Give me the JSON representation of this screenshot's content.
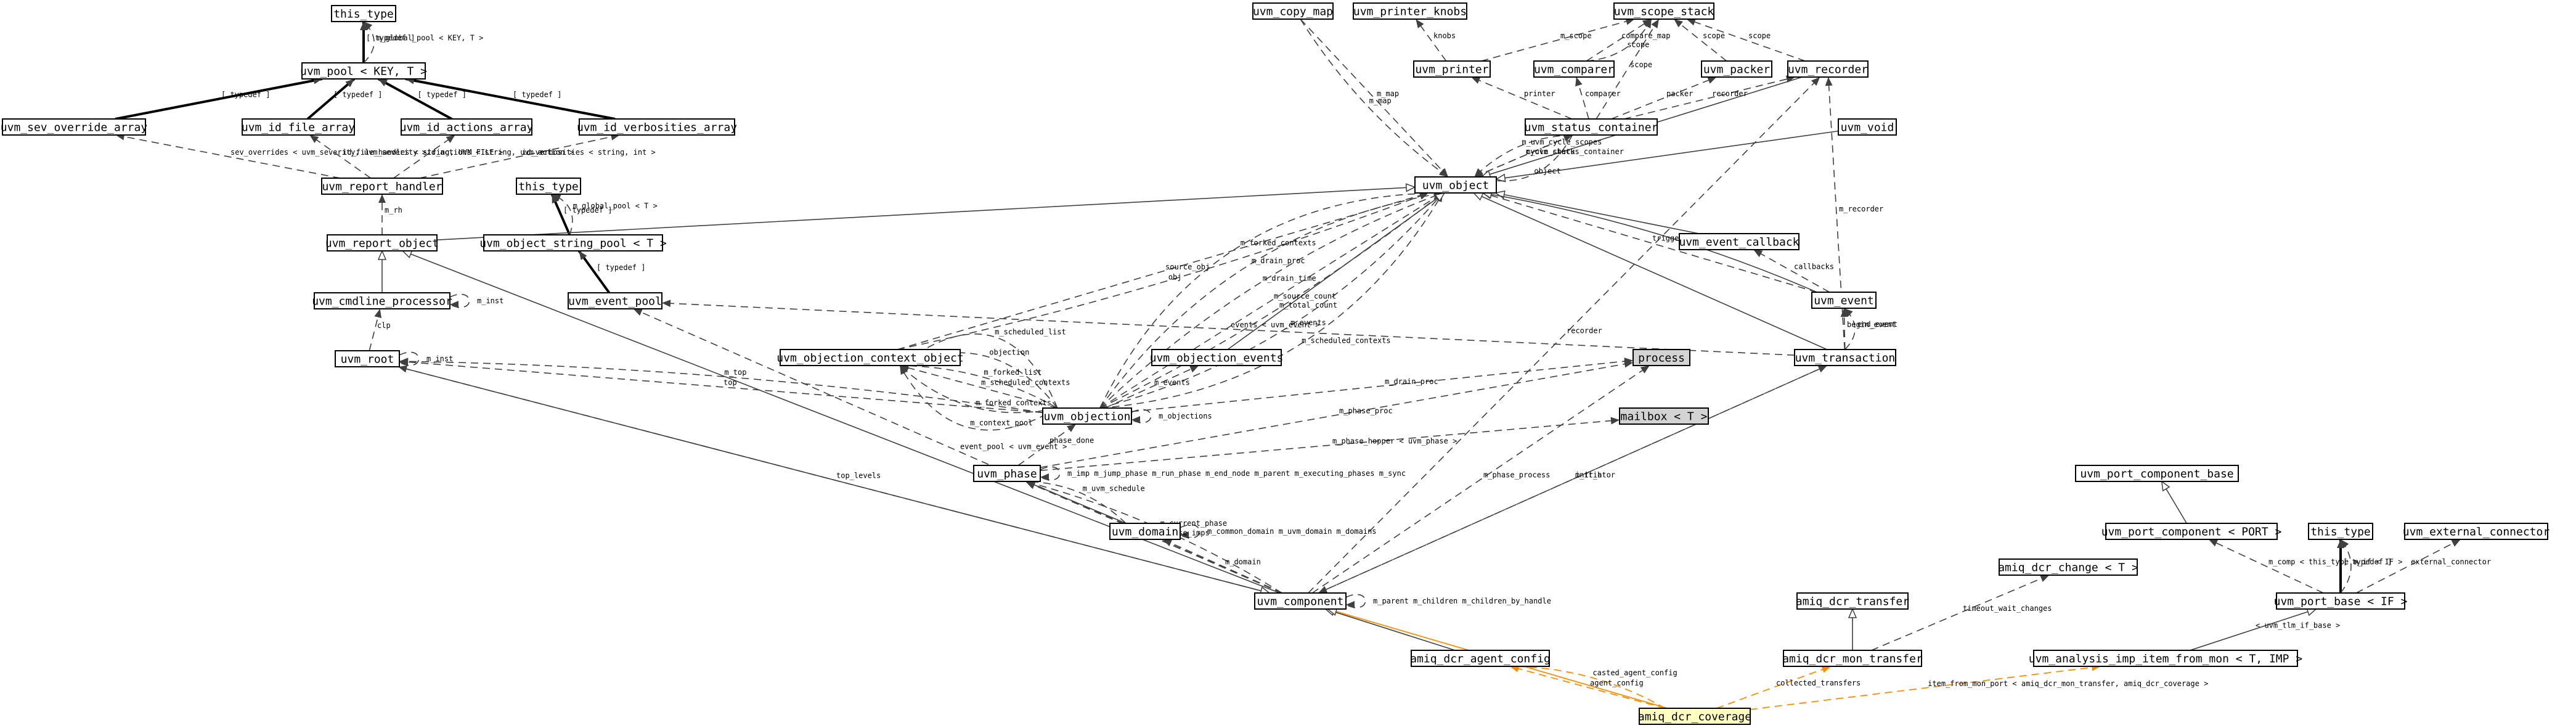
{
  "nodes": [
    {
      "id": "this_type_top",
      "label": "this_type"
    },
    {
      "id": "uvm_pool",
      "label": "uvm_pool < KEY, T >"
    },
    {
      "id": "uvm_sev_override_array",
      "label": "uvm_sev_override_array"
    },
    {
      "id": "uvm_id_file_array",
      "label": "uvm_id_file_array"
    },
    {
      "id": "uvm_id_actions_array",
      "label": "uvm_id_actions_array"
    },
    {
      "id": "uvm_id_verbosities_array",
      "label": "uvm_id_verbosities_array"
    },
    {
      "id": "uvm_report_handler",
      "label": "uvm_report_handler"
    },
    {
      "id": "this_type_mid",
      "label": "this_type"
    },
    {
      "id": "uvm_report_object",
      "label": "uvm_report_object"
    },
    {
      "id": "uvm_object_string_pool",
      "label": "uvm_object_string_pool < T >"
    },
    {
      "id": "uvm_cmdline_processor",
      "label": "uvm_cmdline_processor"
    },
    {
      "id": "uvm_event_pool",
      "label": "uvm_event_pool"
    },
    {
      "id": "uvm_root",
      "label": "uvm_root"
    },
    {
      "id": "uvm_objection_context_object",
      "label": "uvm_objection_context_object"
    },
    {
      "id": "uvm_objection_events",
      "label": "uvm_objection_events"
    },
    {
      "id": "uvm_objection",
      "label": "uvm_objection"
    },
    {
      "id": "uvm_phase",
      "label": "uvm_phase"
    },
    {
      "id": "uvm_domain",
      "label": "uvm_domain"
    },
    {
      "id": "uvm_component",
      "label": "uvm_component"
    },
    {
      "id": "uvm_copy_map",
      "label": "uvm_copy_map"
    },
    {
      "id": "uvm_printer_knobs",
      "label": "uvm_printer_knobs"
    },
    {
      "id": "uvm_scope_stack",
      "label": "uvm_scope_stack"
    },
    {
      "id": "uvm_printer",
      "label": "uvm_printer"
    },
    {
      "id": "uvm_comparer",
      "label": "uvm_comparer"
    },
    {
      "id": "uvm_packer",
      "label": "uvm_packer"
    },
    {
      "id": "uvm_recorder",
      "label": "uvm_recorder"
    },
    {
      "id": "uvm_status_container",
      "label": "uvm_status_container"
    },
    {
      "id": "uvm_void",
      "label": "uvm_void"
    },
    {
      "id": "uvm_object",
      "label": "uvm_object"
    },
    {
      "id": "uvm_event_callback",
      "label": "uvm_event_callback"
    },
    {
      "id": "uvm_event",
      "label": "uvm_event"
    },
    {
      "id": "uvm_transaction",
      "label": "uvm_transaction"
    },
    {
      "id": "process",
      "label": "process"
    },
    {
      "id": "mailbox",
      "label": "mailbox < T >"
    },
    {
      "id": "amiq_dcr_agent_config",
      "label": "amiq_dcr_agent_config"
    },
    {
      "id": "amiq_dcr_coverage",
      "label": "amiq_dcr_coverage"
    },
    {
      "id": "amiq_dcr_mon_transfer",
      "label": "amiq_dcr_mon_transfer"
    },
    {
      "id": "amiq_dcr_transfer",
      "label": "amiq_dcr_transfer"
    },
    {
      "id": "amiq_dcr_change",
      "label": "amiq_dcr_change < T >"
    },
    {
      "id": "uvm_port_component_base",
      "label": "uvm_port_component_base"
    },
    {
      "id": "uvm_port_component",
      "label": "uvm_port_component < PORT >"
    },
    {
      "id": "this_type_right",
      "label": "this_type"
    },
    {
      "id": "uvm_external_connector",
      "label": "uvm_external_connector"
    },
    {
      "id": "uvm_port_base",
      "label": "uvm_port_base < IF >"
    },
    {
      "id": "uvm_analysis_imp",
      "label": "uvm_analysis_imp_item_from_mon < T, IMP >"
    }
  ],
  "edges": [
    {
      "from": "uvm_pool",
      "to": "this_type_top",
      "style": "thick",
      "label": "[ typedef ]"
    },
    {
      "from": "uvm_pool",
      "to": "this_type_top",
      "style": "dashed",
      "label": "m_global_pool < KEY, T >"
    },
    {
      "from": "uvm_sev_override_array",
      "to": "uvm_pool",
      "style": "thick",
      "label": "[ typedef ]"
    },
    {
      "from": "uvm_id_file_array",
      "to": "uvm_pool",
      "style": "thick",
      "label": "[ typedef ]"
    },
    {
      "from": "uvm_id_actions_array",
      "to": "uvm_pool",
      "style": "thick",
      "label": "[ typedef ]"
    },
    {
      "from": "uvm_id_verbosities_array",
      "to": "uvm_pool",
      "style": "thick",
      "label": "[ typedef ]"
    },
    {
      "from": "uvm_report_handler",
      "to": "uvm_sev_override_array",
      "style": "dashed",
      "label": "sev_overrides < uvm_severity, uvm_severity >"
    },
    {
      "from": "uvm_report_handler",
      "to": "uvm_id_file_array",
      "style": "dashed",
      "label": "id_file_handles < string, UVM_FILE >"
    },
    {
      "from": "uvm_report_handler",
      "to": "uvm_id_actions_array",
      "style": "dashed",
      "label": "id_actions < string, uvm_action >"
    },
    {
      "from": "uvm_report_handler",
      "to": "uvm_id_verbosities_array",
      "style": "dashed",
      "label": "id_verbosities < string, int >"
    },
    {
      "from": "uvm_report_object",
      "to": "uvm_report_handler",
      "style": "dashed",
      "label": "m_rh"
    },
    {
      "from": "uvm_object_string_pool",
      "to": "this_type_mid",
      "style": "thick",
      "label": "[ typedef ]"
    },
    {
      "from": "uvm_object_string_pool",
      "to": "this_type_mid",
      "style": "dashed",
      "label": "m_global_pool < T >"
    },
    {
      "from": "uvm_event_pool",
      "to": "uvm_object_string_pool",
      "style": "thick",
      "label": "[ typedef ]"
    },
    {
      "from": "uvm_cmdline_processor",
      "to": "uvm_report_object",
      "style": "solid",
      "label": ""
    },
    {
      "from": "uvm_cmdline_processor",
      "to": "uvm_cmdline_processor",
      "style": "dashed",
      "label": "m_inst"
    },
    {
      "from": "uvm_root",
      "to": "uvm_cmdline_processor",
      "style": "dashed",
      "label": "clp"
    },
    {
      "from": "uvm_root",
      "to": "uvm_root",
      "style": "dashed",
      "label": "m_inst"
    },
    {
      "from": "uvm_objection",
      "to": "uvm_root",
      "style": "dashed",
      "label": "top"
    },
    {
      "from": "uvm_objection",
      "to": "uvm_root",
      "style": "dashed",
      "label": "m_top"
    },
    {
      "from": "uvm_objection",
      "to": "uvm_objection_context_object",
      "style": "dashed",
      "label": "m_scheduled_contexts"
    },
    {
      "from": "uvm_objection",
      "to": "uvm_objection_context_object",
      "style": "dashed",
      "label": "m_forked_list"
    },
    {
      "from": "uvm_objection",
      "to": "uvm_objection_context_object",
      "style": "dashed",
      "label": "m_forked_contexts"
    },
    {
      "from": "uvm_objection",
      "to": "uvm_objection_context_object",
      "style": "dashed",
      "label": "objection"
    },
    {
      "from": "uvm_objection",
      "to": "uvm_objection_context_object",
      "style": "dashed",
      "label": "m_context_pool"
    },
    {
      "from": "uvm_objection",
      "to": "uvm_objection_context_object",
      "style": "dashed",
      "label": "m_scheduled_list"
    },
    {
      "from": "uvm_objection",
      "to": "uvm_objection_events",
      "style": "dashed",
      "label": "m_events"
    },
    {
      "from": "uvm_objection",
      "to": "uvm_objection",
      "style": "dashed",
      "label": "m_objections"
    },
    {
      "from": "uvm_objection",
      "to": "process",
      "style": "dashed",
      "label": "m_drain_proc"
    },
    {
      "from": "uvm_phase",
      "to": "uvm_objection",
      "style": "dashed",
      "label": "phase_done"
    },
    {
      "from": "uvm_phase",
      "to": "process",
      "style": "dashed",
      "label": "m_phase_proc"
    },
    {
      "from": "uvm_phase",
      "to": "mailbox",
      "style": "dashed",
      "label": "m_phase_hopper < uvm_phase >"
    },
    {
      "from": "uvm_phase",
      "to": "uvm_phase",
      "style": "dashed",
      "label": "m_imp  m_jump_phase  m_run_phase  m_end_node  m_parent  m_executing_phases  m_sync"
    },
    {
      "from": "uvm_domain",
      "to": "uvm_phase",
      "style": "solid",
      "label": ""
    },
    {
      "from": "uvm_domain",
      "to": "uvm_phase",
      "style": "dashed",
      "label": "m_uvm_schedule"
    },
    {
      "from": "uvm_domain",
      "to": "uvm_domain",
      "style": "dashed",
      "label": "m_common_domain  m_uvm_domain  m_domains"
    },
    {
      "from": "uvm_component",
      "to": "uvm_phase",
      "style": "dashed",
      "label": "m_phase_imps"
    },
    {
      "from": "uvm_component",
      "to": "uvm_phase",
      "style": "dashed",
      "label": "m_current_phase"
    },
    {
      "from": "uvm_component",
      "to": "uvm_domain",
      "style": "dashed",
      "label": "m_domain"
    },
    {
      "from": "uvm_component",
      "to": "process",
      "style": "dashed",
      "label": "m_phase_process"
    },
    {
      "from": "uvm_component",
      "to": "uvm_transaction",
      "style": "dashed",
      "label": "m_tr_h"
    },
    {
      "from": "uvm_component",
      "to": "uvm_event_pool",
      "style": "dashed",
      "label": "event_pool < uvm_event >"
    },
    {
      "from": "uvm_component",
      "to": "uvm_root",
      "style": "dashed",
      "label": "top_levels"
    },
    {
      "from": "uvm_component",
      "to": "uvm_component",
      "style": "dashed",
      "label": "m_parent  m_children  m_children_by_handle"
    },
    {
      "from": "uvm_component",
      "to": "uvm_report_object",
      "style": "solid",
      "label": ""
    },
    {
      "from": "uvm_root",
      "to": "uvm_component",
      "style": "solid",
      "label": ""
    },
    {
      "from": "uvm_report_object",
      "to": "uvm_object",
      "style": "solid",
      "label": ""
    },
    {
      "from": "uvm_void",
      "to": "uvm_object",
      "style": "solid",
      "label": ""
    },
    {
      "from": "uvm_copy_map",
      "to": "uvm_object",
      "style": "dashed",
      "label": "m_map"
    },
    {
      "from": "uvm_copy_map",
      "to": "uvm_object",
      "style": "dashed",
      "label": "m_map"
    },
    {
      "from": "uvm_printer",
      "to": "uvm_printer_knobs",
      "style": "dashed",
      "label": "knobs"
    },
    {
      "from": "uvm_printer",
      "to": "uvm_scope_stack",
      "style": "dashed",
      "label": "m_scope"
    },
    {
      "from": "uvm_comparer",
      "to": "uvm_scope_stack",
      "style": "dashed",
      "label": "compare_map"
    },
    {
      "from": "uvm_comparer",
      "to": "uvm_scope_stack",
      "style": "dashed",
      "label": "scope"
    },
    {
      "from": "uvm_packer",
      "to": "uvm_scope_stack",
      "style": "dashed",
      "label": "scope"
    },
    {
      "from": "uvm_recorder",
      "to": "uvm_scope_stack",
      "style": "dashed",
      "label": "scope"
    },
    {
      "from": "uvm_status_container",
      "to": "uvm_scope_stack",
      "style": "dashed",
      "label": "scope"
    },
    {
      "from": "uvm_status_container",
      "to": "uvm_printer",
      "style": "dashed",
      "label": "printer"
    },
    {
      "from": "uvm_status_container",
      "to": "uvm_comparer",
      "style": "dashed",
      "label": "comparer"
    },
    {
      "from": "uvm_status_container",
      "to": "uvm_packer",
      "style": "dashed",
      "label": "packer"
    },
    {
      "from": "uvm_status_container",
      "to": "uvm_recorder",
      "style": "dashed",
      "label": "recorder"
    },
    {
      "from": "uvm_object",
      "to": "uvm_status_container",
      "style": "dashed",
      "label": "m_uvm_status_container"
    },
    {
      "from": "uvm_status_container",
      "to": "uvm_object",
      "style": "dashed",
      "label": "cycle_check"
    },
    {
      "from": "uvm_status_container",
      "to": "uvm_object",
      "style": "dashed",
      "label": "m_uvm_cycle_scopes"
    },
    {
      "from": "uvm_recorder",
      "to": "uvm_object",
      "style": "solid",
      "label": ""
    },
    {
      "from": "uvm_status_container",
      "to": "uvm_object",
      "style": "dashed",
      "label": "object"
    },
    {
      "from": "uvm_event_callback",
      "to": "uvm_object",
      "style": "solid",
      "label": ""
    },
    {
      "from": "uvm_event",
      "to": "uvm_event_callback",
      "style": "dashed",
      "label": "callbacks"
    },
    {
      "from": "uvm_event",
      "to": "uvm_object",
      "style": "dashed",
      "label": "trigger_data"
    },
    {
      "from": "uvm_event",
      "to": "uvm_object",
      "style": "solid",
      "label": ""
    },
    {
      "from": "uvm_transaction",
      "to": "uvm_event",
      "style": "dashed",
      "label": "begin_event"
    },
    {
      "from": "uvm_transaction",
      "to": "uvm_event",
      "style": "dashed",
      "label": "end_event"
    },
    {
      "from": "uvm_transaction",
      "to": "uvm_event_pool",
      "style": "dashed",
      "label": "events < uvm_event >"
    },
    {
      "from": "uvm_transaction",
      "to": "uvm_recorder",
      "style": "dashed",
      "label": "m_recorder"
    },
    {
      "from": "uvm_transaction",
      "to": "uvm_object",
      "style": "solid",
      "label": ""
    },
    {
      "from": "uvm_transaction",
      "to": "uvm_component",
      "style": "dashed",
      "label": "initiator"
    },
    {
      "from": "uvm_objection_context_object",
      "to": "uvm_object",
      "style": "dashed",
      "label": "source_obj"
    },
    {
      "from": "uvm_objection_context_object",
      "to": "uvm_object",
      "style": "dashed",
      "label": "obj"
    },
    {
      "from": "uvm_objection",
      "to": "uvm_object",
      "style": "dashed",
      "label": "m_source_count"
    },
    {
      "from": "uvm_objection",
      "to": "uvm_object",
      "style": "dashed",
      "label": "m_total_count"
    },
    {
      "from": "uvm_objection",
      "to": "uvm_object",
      "style": "dashed",
      "label": "m_drain_time"
    },
    {
      "from": "uvm_objection",
      "to": "uvm_object",
      "style": "dashed",
      "label": "m_events"
    },
    {
      "from": "uvm_objection",
      "to": "uvm_object",
      "style": "dashed",
      "label": "m_drain_proc"
    },
    {
      "from": "uvm_objection",
      "to": "uvm_object",
      "style": "dashed",
      "label": "m_scheduled_contexts"
    },
    {
      "from": "uvm_objection",
      "to": "uvm_object",
      "style": "dashed",
      "label": "m_forked_contexts"
    },
    {
      "from": "uvm_objection_events",
      "to": "uvm_object",
      "style": "solid",
      "label": ""
    },
    {
      "from": "uvm_component",
      "to": "uvm_recorder",
      "style": "dashed",
      "label": "recorder"
    },
    {
      "from": "amiq_dcr_agent_config",
      "to": "uvm_component",
      "style": "solid",
      "label": ""
    },
    {
      "from": "amiq_dcr_coverage",
      "to": "amiq_dcr_agent_config",
      "style": "orange",
      "label": "agent_config"
    },
    {
      "from": "amiq_dcr_coverage",
      "to": "amiq_dcr_agent_config",
      "style": "orange",
      "label": "casted_agent_config"
    },
    {
      "from": "amiq_dcr_coverage",
      "to": "uvm_component",
      "style": "orangesolid",
      "label": ""
    },
    {
      "from": "amiq_dcr_coverage",
      "to": "amiq_dcr_mon_transfer",
      "style": "orange",
      "label": "collected_transfers"
    },
    {
      "from": "amiq_dcr_coverage",
      "to": "uvm_analysis_imp",
      "style": "orange",
      "label": "item_from_mon_port < amiq_dcr_mon_transfer, amiq_dcr_coverage >"
    },
    {
      "from": "amiq_dcr_mon_transfer",
      "to": "amiq_dcr_transfer",
      "style": "solid",
      "label": ""
    },
    {
      "from": "amiq_dcr_mon_transfer",
      "to": "amiq_dcr_change",
      "style": "dashed",
      "label": "timeout_wait_changes"
    },
    {
      "from": "uvm_analysis_imp",
      "to": "uvm_port_base",
      "style": "solid",
      "label": "< uvm_tlm_if_base >"
    },
    {
      "from": "uvm_port_component",
      "to": "uvm_port_component_base",
      "style": "solid",
      "label": ""
    },
    {
      "from": "uvm_port_base",
      "to": "uvm_port_component",
      "style": "dashed",
      "label": "m_comp < this_type >"
    },
    {
      "from": "uvm_port_base",
      "to": "this_type_right",
      "style": "thick",
      "label": "[ typedef ]"
    },
    {
      "from": "uvm_port_base",
      "to": "this_type_right",
      "style": "dashed",
      "label": "m_if < IF >"
    },
    {
      "from": "uvm_port_base",
      "to": "uvm_external_connector",
      "style": "dashed",
      "label": "external_connector"
    }
  ]
}
